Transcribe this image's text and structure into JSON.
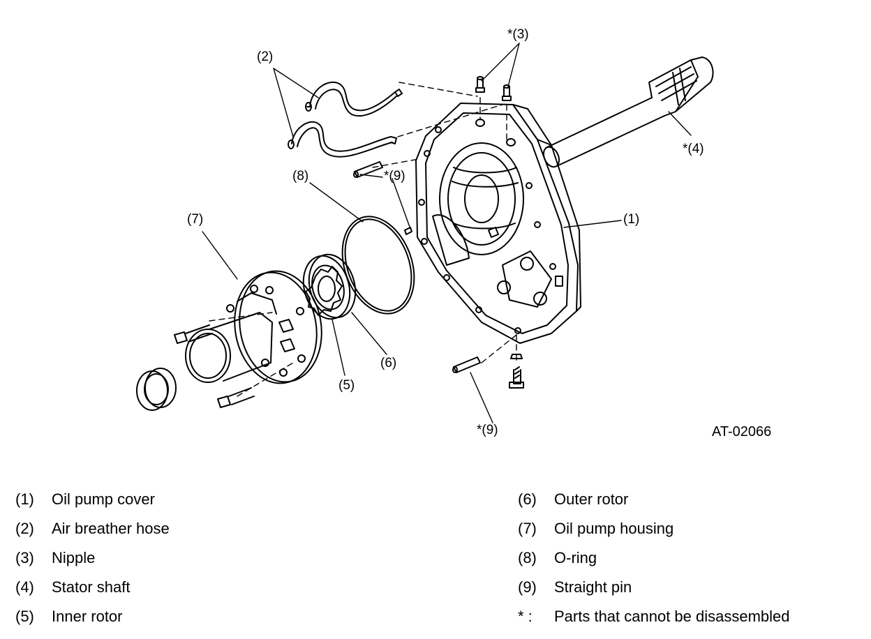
{
  "diagram": {
    "figure_id": "AT-02066",
    "callouts": {
      "c1": "(1)",
      "c2": "(2)",
      "c3": "*(3)",
      "c4": "*(4)",
      "c5": "(5)",
      "c6": "(6)",
      "c7": "(7)",
      "c8": "(8)",
      "c9a": "*(9)",
      "c9b": "*(9)"
    }
  },
  "legend": {
    "left": [
      {
        "num": "(1)",
        "label": "Oil pump cover"
      },
      {
        "num": "(2)",
        "label": "Air breather hose"
      },
      {
        "num": "(3)",
        "label": "Nipple"
      },
      {
        "num": "(4)",
        "label": "Stator shaft"
      },
      {
        "num": "(5)",
        "label": "Inner rotor"
      }
    ],
    "right": [
      {
        "num": "(6)",
        "label": "Outer rotor"
      },
      {
        "num": "(7)",
        "label": "Oil pump housing"
      },
      {
        "num": "(8)",
        "label": "O-ring"
      },
      {
        "num": "(9)",
        "label": "Straight pin"
      },
      {
        "num": "* :",
        "label": "Parts that cannot be disassembled"
      }
    ]
  }
}
